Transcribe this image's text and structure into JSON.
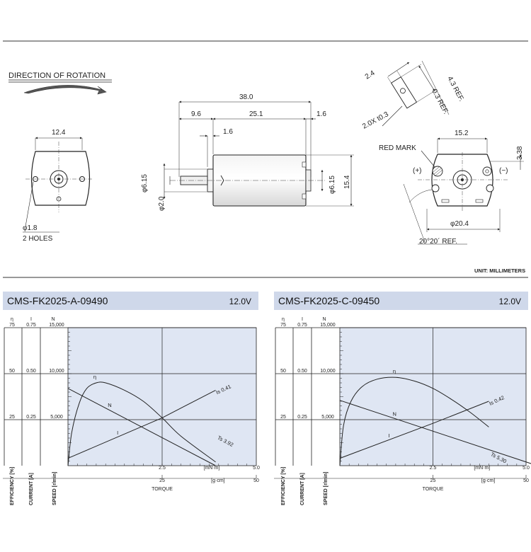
{
  "drawing": {
    "rotation_label": "DIRECTION OF ROTATION",
    "front_view": {
      "width_dim": "12.4",
      "hole_dia": "φ1.8",
      "holes_note": "2 HOLES"
    },
    "side_view": {
      "overall": "38.0",
      "shaft_len": "9.6",
      "body_len": "25.1",
      "end_gap": "1.6",
      "boss_gap": "1.6",
      "boss_dia": "φ6.15",
      "shaft_dia": "φ2.0",
      "rear_boss_dia": "φ6.15",
      "body_dia": "15.4"
    },
    "terminal_detail": {
      "t_width": "2.4",
      "t_length": "4.3 REF.",
      "t_thick": "0.3 REF.",
      "t_hole": "2.0X t0.3"
    },
    "rear_view": {
      "width": "15.2",
      "red_mark": "RED MARK",
      "plus": "(+)",
      "minus": "(−)",
      "offset": "3.38",
      "dia": "φ20.4",
      "angle": "20°20´ REF."
    },
    "unit": "UNIT: MILLIMETERS"
  },
  "charts": [
    {
      "model": "CMS-FK2025-A-09490",
      "voltage": "12.0V",
      "col_headers": [
        "η",
        "I",
        "N"
      ],
      "eff_ticks": [
        "75",
        "50",
        "25"
      ],
      "cur_ticks": [
        "0.75",
        "0.50",
        "0.25"
      ],
      "spd_ticks": [
        "15,000",
        "10,000",
        "5,000"
      ],
      "axis_side_labels": [
        "EFFICIENCY [%]",
        "CURRENT [A]",
        "SPEED [r/min]"
      ],
      "torque_mnm_ticks": [
        "2.5",
        "5.0"
      ],
      "torque_mnm_unit": "[mN·m]",
      "torque_gcm_ticks": [
        "25",
        "50"
      ],
      "torque_gcm_unit": "[g·cm]",
      "torque_label": "TORQUE",
      "curve_labels": {
        "eta": "η",
        "n": "N",
        "i": "I",
        "is": "Is 0.41",
        "ts": "Ts 3.92"
      }
    },
    {
      "model": "CMS-FK2025-C-09450",
      "voltage": "12.0V",
      "col_headers": [
        "η",
        "I",
        "N"
      ],
      "eff_ticks": [
        "75",
        "50",
        "25"
      ],
      "cur_ticks": [
        "0.75",
        "0.50",
        "0.25"
      ],
      "spd_ticks": [
        "15,000",
        "10,000",
        "5,000"
      ],
      "axis_side_labels": [
        "EFFICIENCY [%]",
        "CURRENT [A]",
        "SPEED [r/min]"
      ],
      "torque_mnm_ticks": [
        "2.5",
        "5.0"
      ],
      "torque_mnm_unit": "[mN·m]",
      "torque_gcm_ticks": [
        "25",
        "50"
      ],
      "torque_gcm_unit": "[g·cm]",
      "torque_label": "TORQUE",
      "curve_labels": {
        "eta": "η",
        "n": "N",
        "i": "I",
        "is": "Is 0.42",
        "ts": "Ts 5.30"
      }
    }
  ],
  "chart_data": [
    {
      "type": "line",
      "title": "CMS-FK2025-A-09490",
      "xlabel": "TORQUE",
      "x_unit": "mN·m",
      "xlim": [
        0,
        5.0
      ],
      "series": [
        {
          "name": "N",
          "x": [
            0,
            3.92
          ],
          "values": [
            8400,
            0
          ],
          "unit": "r/min"
        },
        {
          "name": "I",
          "x": [
            0,
            2.5,
            3.92
          ],
          "values": [
            0.04,
            0.26,
            0.41
          ],
          "unit": "A"
        },
        {
          "name": "η",
          "x": [
            0,
            0.1,
            0.3,
            0.5,
            0.75,
            1.0,
            1.5,
            2.0,
            2.5,
            3.0,
            3.92
          ],
          "values": [
            0,
            18,
            34,
            42,
            45,
            45,
            41,
            35,
            26,
            16,
            2
          ],
          "unit": "%"
        }
      ]
    },
    {
      "type": "line",
      "title": "CMS-FK2025-C-09450",
      "xlabel": "TORQUE",
      "x_unit": "mN·m",
      "xlim": [
        0,
        5.0
      ],
      "series": [
        {
          "name": "N",
          "x": [
            0,
            5.3
          ],
          "values": [
            7100,
            0
          ],
          "unit": "r/min"
        },
        {
          "name": "I",
          "x": [
            0,
            2.5,
            4.0
          ],
          "values": [
            0.04,
            0.23,
            0.35
          ],
          "unit": "A"
        },
        {
          "name": "η",
          "x": [
            0,
            0.1,
            0.3,
            0.6,
            1.0,
            1.5,
            2.0,
            2.5,
            3.0,
            3.5,
            4.0
          ],
          "values": [
            0,
            22,
            35,
            43,
            47,
            48,
            46,
            42,
            36,
            29,
            21
          ],
          "unit": "%"
        }
      ]
    }
  ]
}
